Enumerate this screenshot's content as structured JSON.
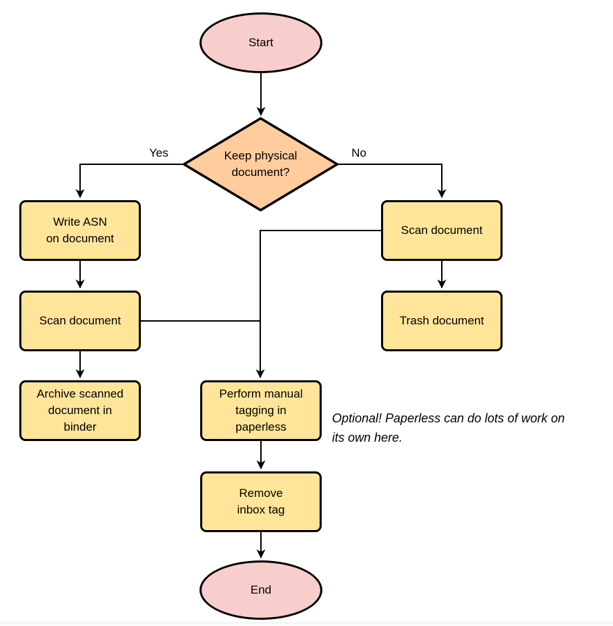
{
  "diagram": {
    "type": "flowchart",
    "colors": {
      "terminal_fill": "#f8cecc",
      "decision_fill": "#ffcc9e",
      "process_fill": "#ffe599",
      "stroke": "#000000",
      "edge": "#000000",
      "bottom_divider": "#e9eaf2"
    },
    "nodes": {
      "start": {
        "label": "Start",
        "shape": "ellipse"
      },
      "decision": {
        "label": "Keep physical\ndocument?",
        "shape": "diamond"
      },
      "write_asn": {
        "label": "Write ASN\non document",
        "shape": "process"
      },
      "scan_left": {
        "label": "Scan document",
        "shape": "process"
      },
      "archive": {
        "label": "Archive scanned\ndocument in\nbinder",
        "shape": "process"
      },
      "scan_right": {
        "label": "Scan document",
        "shape": "process"
      },
      "trash": {
        "label": "Trash document",
        "shape": "process"
      },
      "tagging": {
        "label": "Perform manual\ntagging in\npaperless",
        "shape": "process"
      },
      "remove_inbox": {
        "label": "Remove\ninbox tag",
        "shape": "process"
      },
      "end": {
        "label": "End",
        "shape": "ellipse"
      }
    },
    "edge_labels": {
      "yes": "Yes",
      "no": "No"
    },
    "annotation": "Optional! Paperless can do lots of work on\nits own here."
  }
}
